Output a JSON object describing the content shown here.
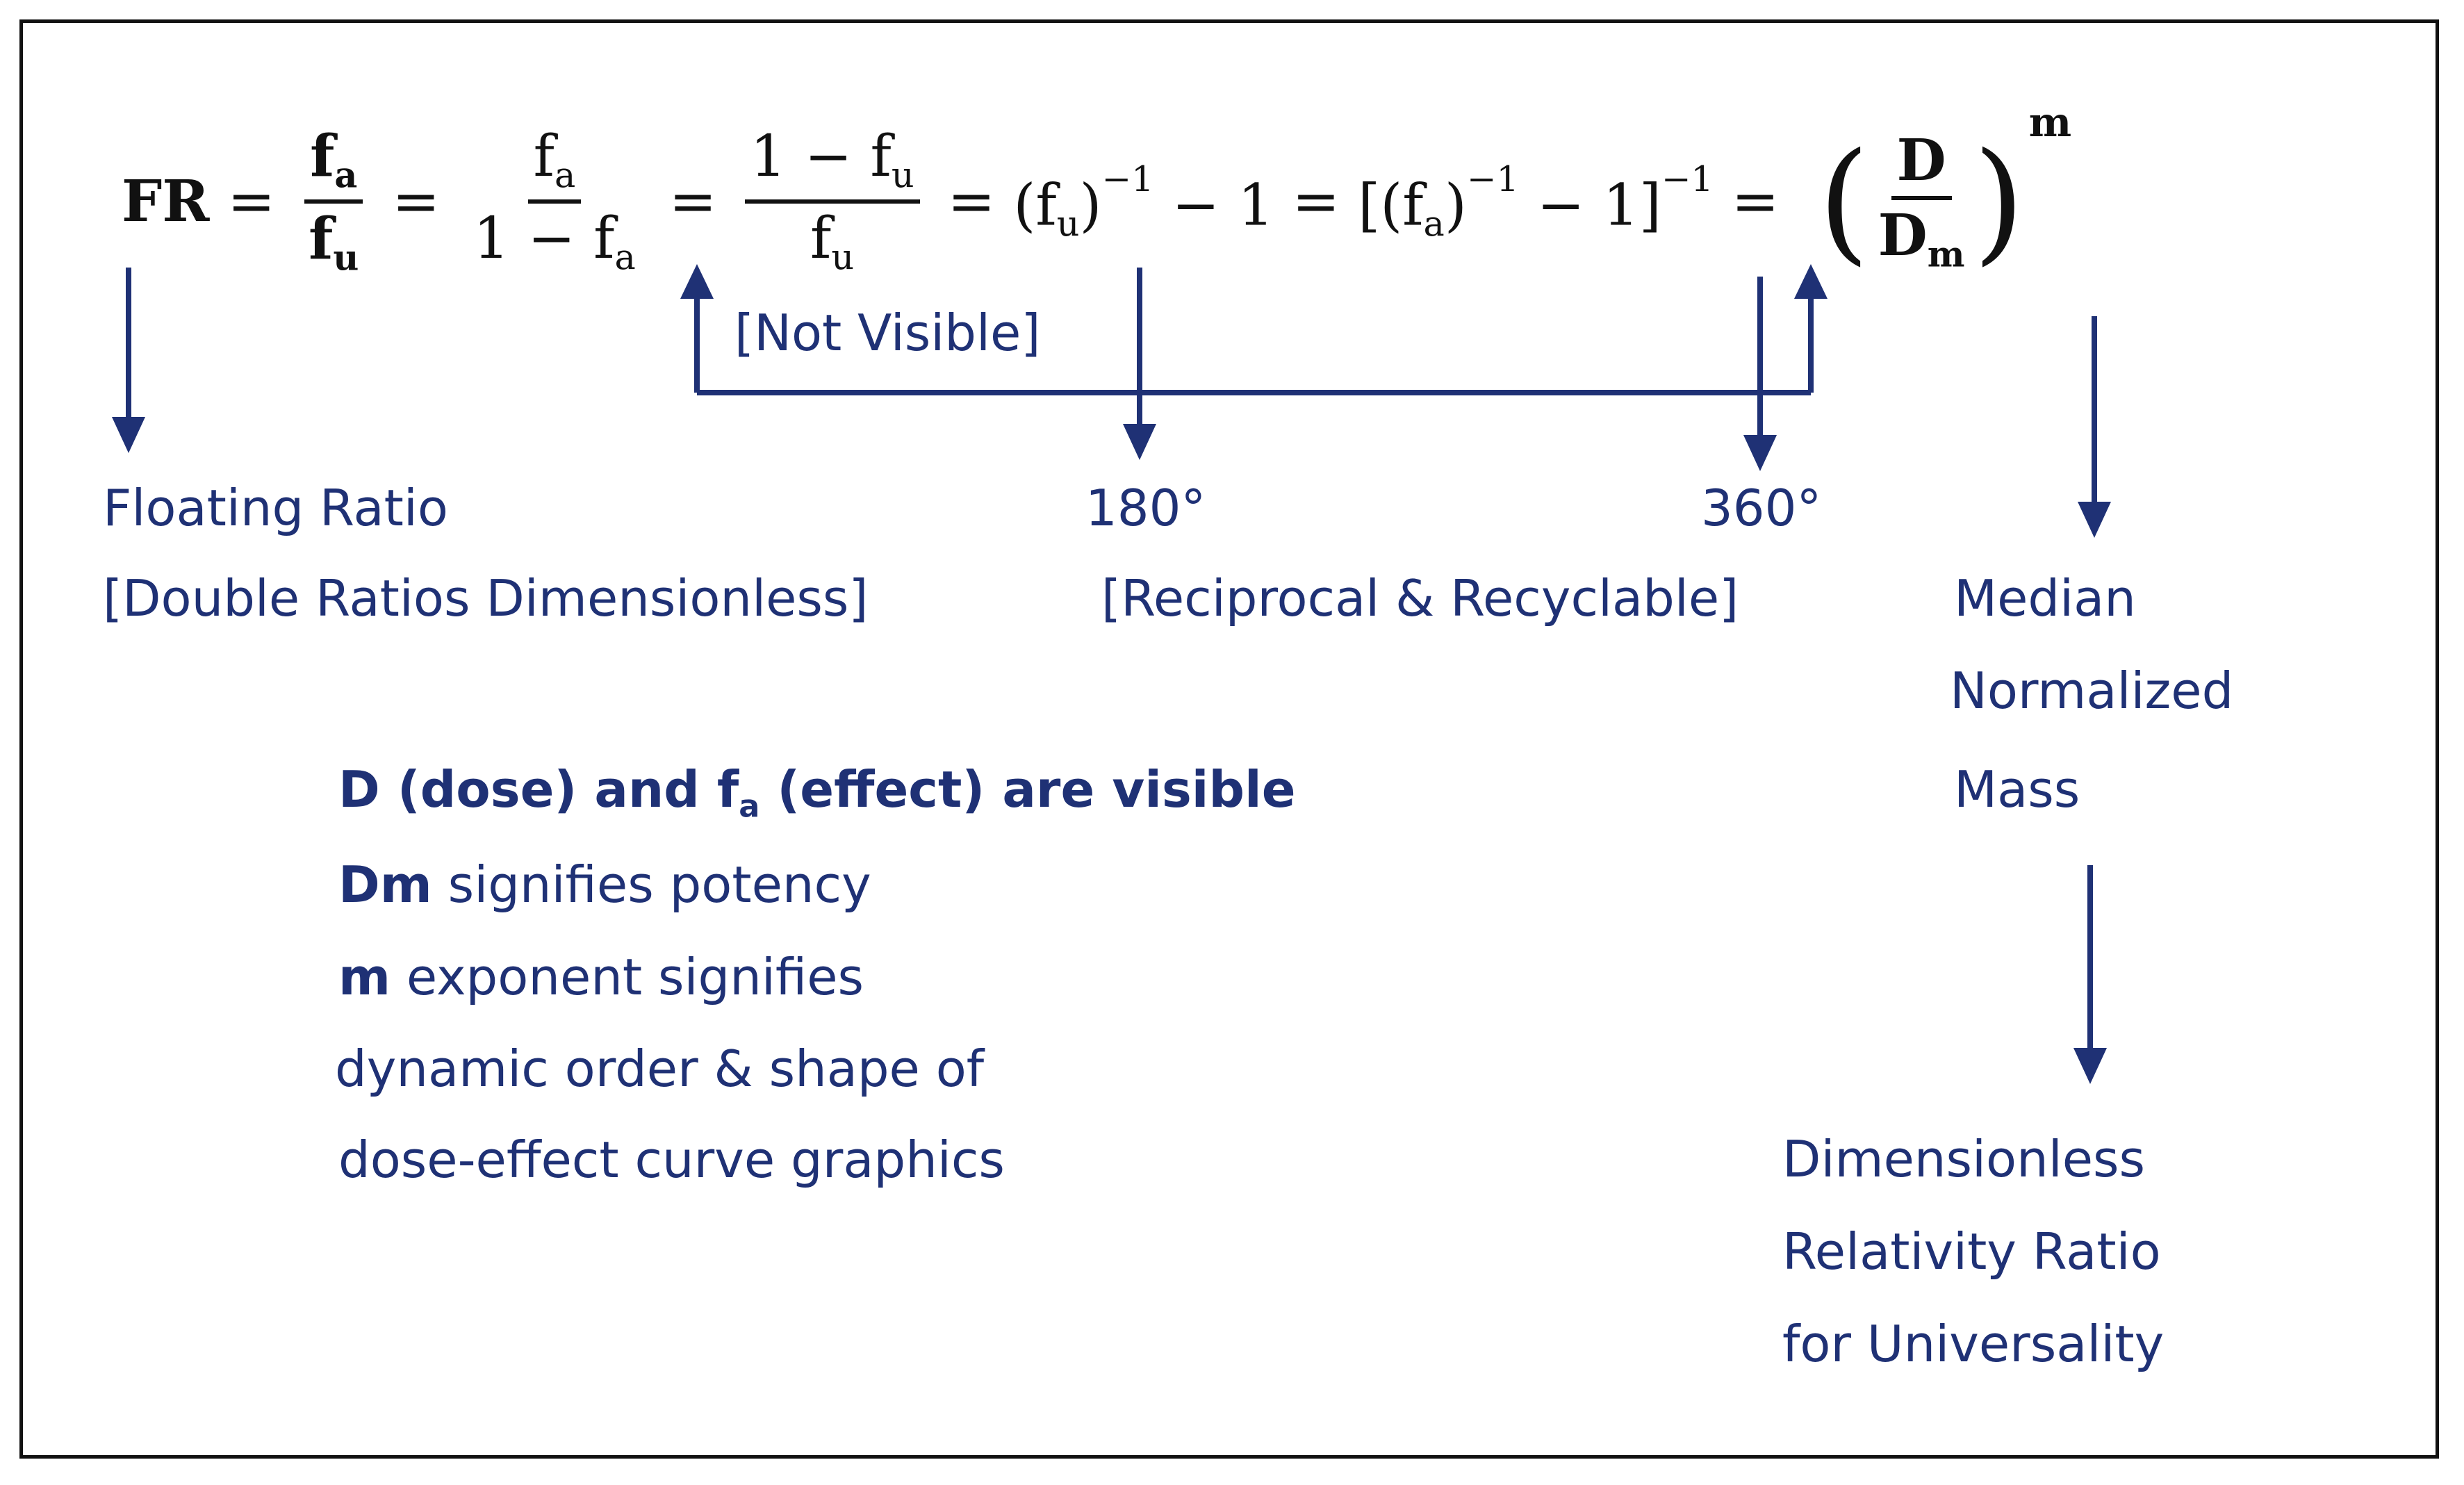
{
  "equation": {
    "lhs": "FR",
    "eq": "=",
    "f": "f",
    "a": "a",
    "u": "u",
    "one": "1",
    "minus": "−",
    "neg_one": "−1",
    "open_paren": "(",
    "close_paren": ")",
    "open_bracket": "[",
    "close_bracket": "]",
    "D": "D",
    "m": "m",
    "big_open": "(",
    "big_close": ")"
  },
  "labels": {
    "not_visible": "[Not Visible]",
    "floating_ratio": "Floating Ratio",
    "double_ratios": "[Double Ratios Dimensionless]",
    "deg180": "180°",
    "deg360": "360°",
    "reciprocal": "[Reciprocal & Recyclable]",
    "median": "Median",
    "normalized": "Normalized",
    "mass": "Mass",
    "dimensionless": "Dimensionless",
    "relativity": "Relativity Ratio",
    "universality": "for Universality"
  },
  "notes": {
    "line1_bold_a": "D (dose) and ",
    "line1_f": "f",
    "line1_sub": "a",
    "line1_bold_b": " (effect) are visible",
    "line2_bold": "Dm",
    "line2_rest": " signifies potency",
    "line3_bold": "m",
    "line3_rest": " exponent signifies",
    "line4": "dynamic order & shape of",
    "line5": "dose-effect curve graphics"
  },
  "colors": {
    "accent": "#1f3175",
    "text": "#111111"
  }
}
